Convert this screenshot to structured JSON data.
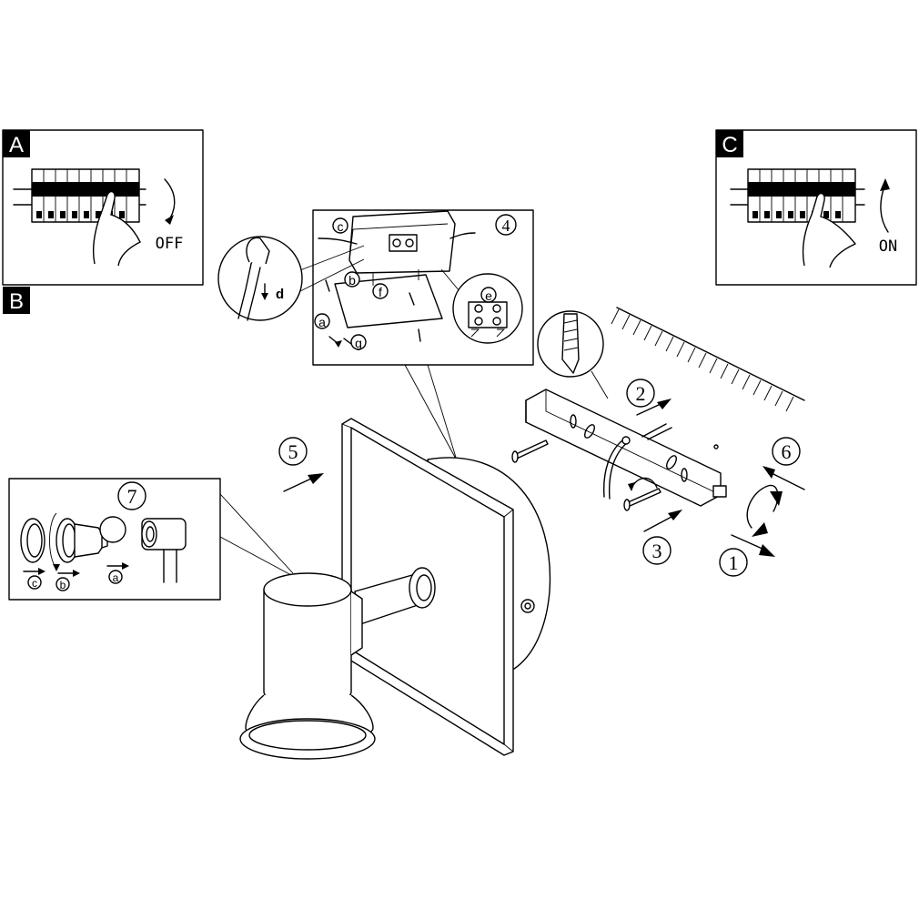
{
  "panels": {
    "A": {
      "letter": "A",
      "caption": "OFF"
    },
    "B": {
      "letter": "B"
    },
    "C": {
      "letter": "C",
      "caption": "ON"
    }
  },
  "steps": [
    "1",
    "2",
    "3",
    "4",
    "5",
    "6",
    "7"
  ],
  "callouts": {
    "a": "a",
    "b": "b",
    "c": "c",
    "d": "d",
    "e": "e",
    "f": "f",
    "g": "g"
  },
  "bulb_callouts": [
    "c",
    "b",
    "a"
  ]
}
